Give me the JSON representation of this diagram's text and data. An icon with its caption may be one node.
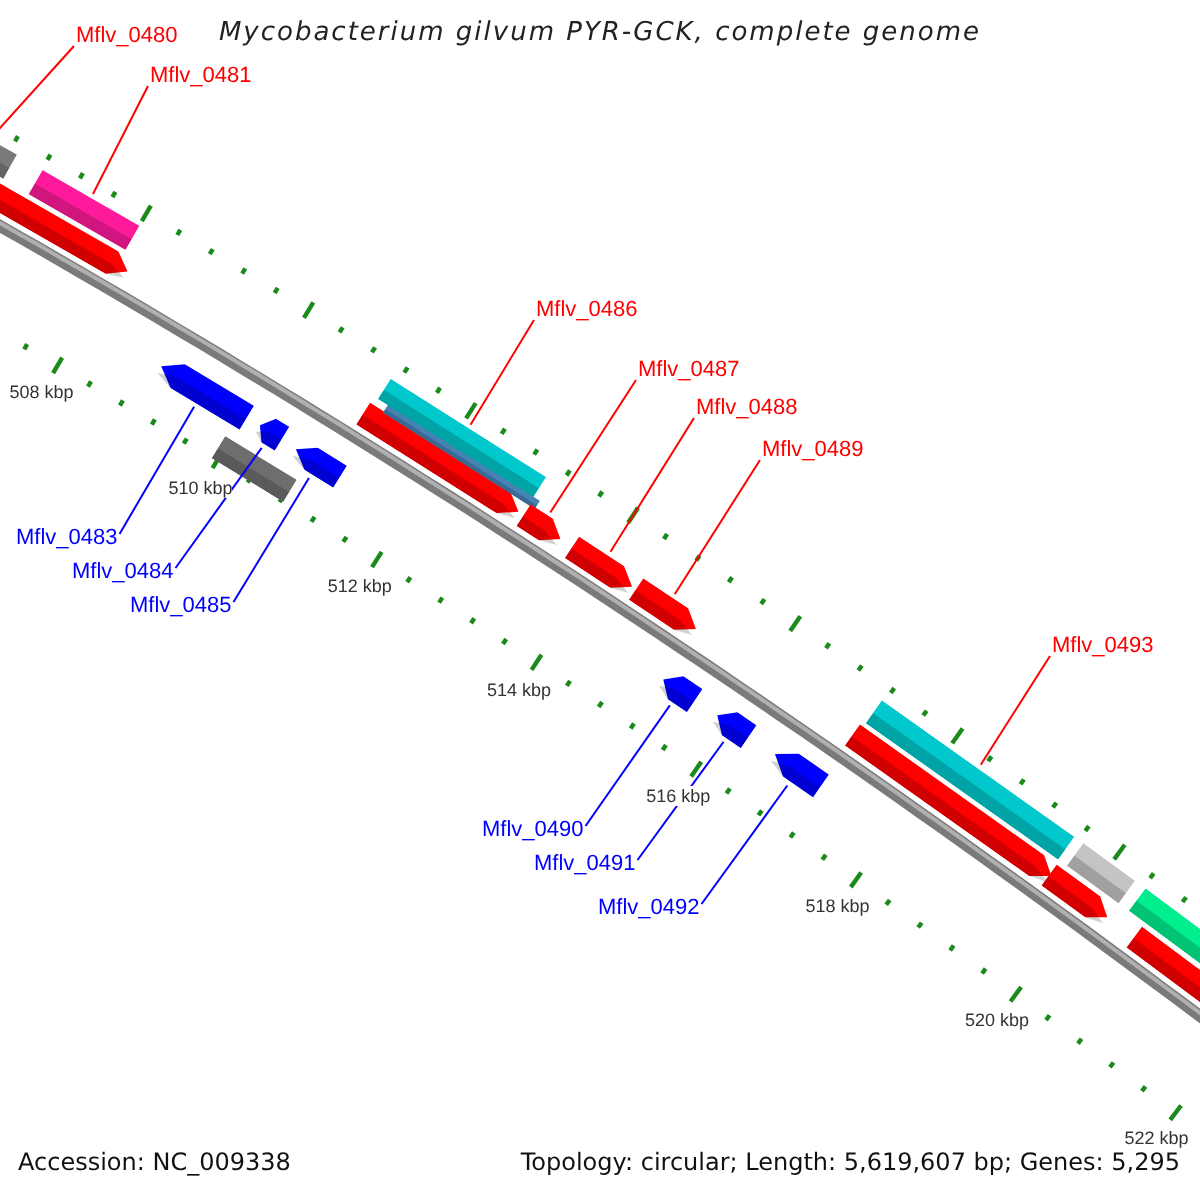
{
  "diagram": {
    "title": "Mycobacterium gilvum PYR-GCK, complete genome",
    "nodes": [
      {
        "text": [
          "Mflv_0480"
        ]
      },
      {
        "text": [
          "Mflv_0481"
        ]
      },
      {
        "text": [
          "Mflv_0483"
        ]
      },
      {
        "text": [
          "Mflv_0484"
        ]
      },
      {
        "text": [
          "Mflv_0485"
        ]
      },
      {
        "text": [
          "Mflv_0486"
        ]
      },
      {
        "text": [
          "Mflv_0487"
        ]
      },
      {
        "text": [
          "Mflv_0488"
        ]
      },
      {
        "text": [
          "Mflv_0489"
        ]
      },
      {
        "text": [
          "Mflv_0490"
        ]
      },
      {
        "text": [
          "Mflv_0491"
        ]
      },
      {
        "text": [
          "Mflv_0492"
        ]
      },
      {
        "text": [
          "Mflv_0493"
        ]
      },
      {
        "text": [],
        "shape": "bar"
      },
      {
        "text": [],
        "shape": "bar"
      },
      {
        "text": [],
        "shape": "bar"
      },
      {
        "text": [],
        "shape": "bar"
      },
      {
        "text": [],
        "shape": "bar"
      },
      {
        "text": [],
        "shape": "bar"
      },
      {
        "text": [],
        "shape": "bar"
      },
      {
        "text": [],
        "shape": "bar"
      },
      {
        "text": [],
        "shape": "bar"
      },
      {
        "text": [],
        "shape": "bar"
      },
      {
        "text": [],
        "shape": "bar"
      },
      {
        "text": [],
        "shape": "bar"
      },
      {
        "text": [],
        "shape": "bar"
      }
    ],
    "edges": [
      {
        "from": 0,
        "to": 13,
        "arrow": "none"
      },
      {
        "from": 1,
        "to": 14,
        "arrow": "none"
      },
      {
        "from": 2,
        "to": 15,
        "arrow": "none",
        "color": "#0000ff"
      },
      {
        "from": 3,
        "to": 16,
        "arrow": "none",
        "color": "#0000ff"
      },
      {
        "from": 4,
        "to": 17,
        "arrow": "none",
        "color": "#0000ff"
      },
      {
        "from": 5,
        "to": 18,
        "arrow": "none"
      },
      {
        "from": 6,
        "to": 19,
        "arrow": "none"
      },
      {
        "from": 7,
        "to": 20,
        "arrow": "none"
      },
      {
        "from": 8,
        "to": 21,
        "arrow": "none"
      },
      {
        "from": 9,
        "to": 22,
        "arrow": "none",
        "color": "#0000ff"
      },
      {
        "from": 10,
        "to": 23,
        "arrow": "none",
        "color": "#0000ff"
      },
      {
        "from": 11,
        "to": 24,
        "arrow": "none",
        "color": "#0000ff"
      },
      {
        "from": 12,
        "to": 25,
        "arrow": "none"
      }
    ],
    "labels": [
      "508 kbp",
      "510 kbp",
      "512 kbp",
      "514 kbp",
      "516 kbp",
      "518 kbp",
      "520 kbp",
      "522 kbp",
      "Accession: NC_009338",
      "Topology: circular; Length: 5,619,607 bp; Genes: 5,295"
    ]
  }
}
